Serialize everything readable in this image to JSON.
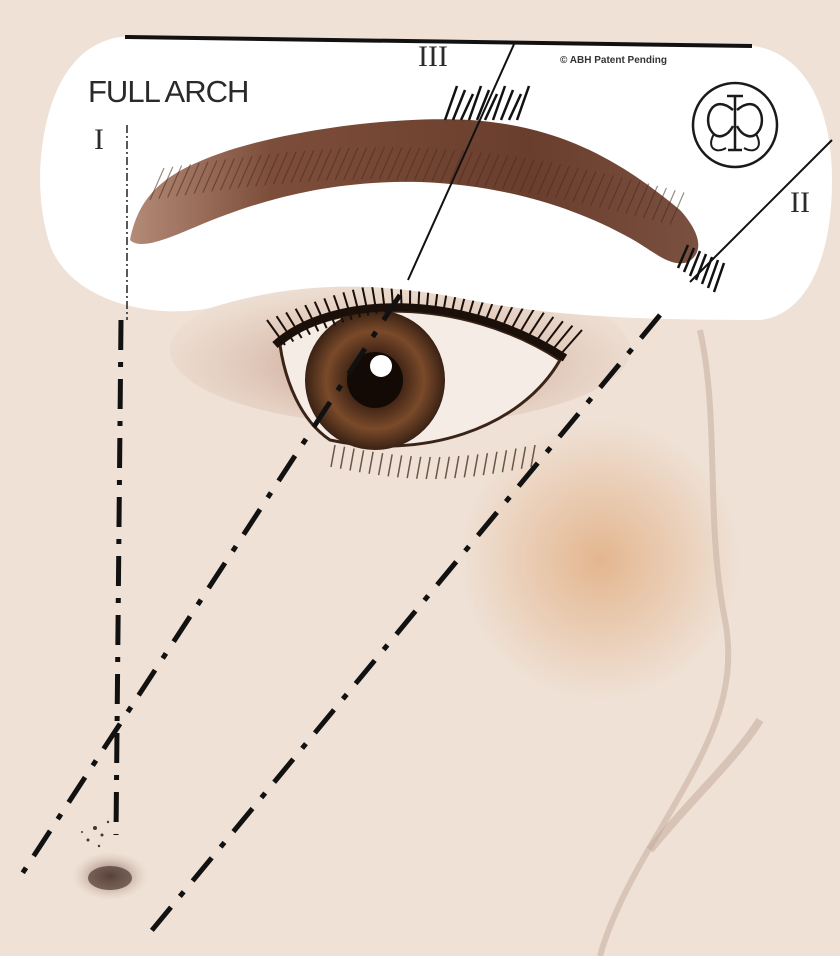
{
  "stencil": {
    "title": "FULL ARCH",
    "copyright": "© ABH Patent Pending"
  },
  "guide_lines": [
    {
      "id": "I",
      "label": "I"
    },
    {
      "id": "II",
      "label": "II"
    },
    {
      "id": "III",
      "label": "III"
    }
  ],
  "logo": {
    "icon": "abh-monogram-icon"
  },
  "colors": {
    "skin": "#efe1d6",
    "stencil": "#ffffff",
    "brow": "#6e4332",
    "line": "#111111",
    "iris": "#6b4126"
  }
}
